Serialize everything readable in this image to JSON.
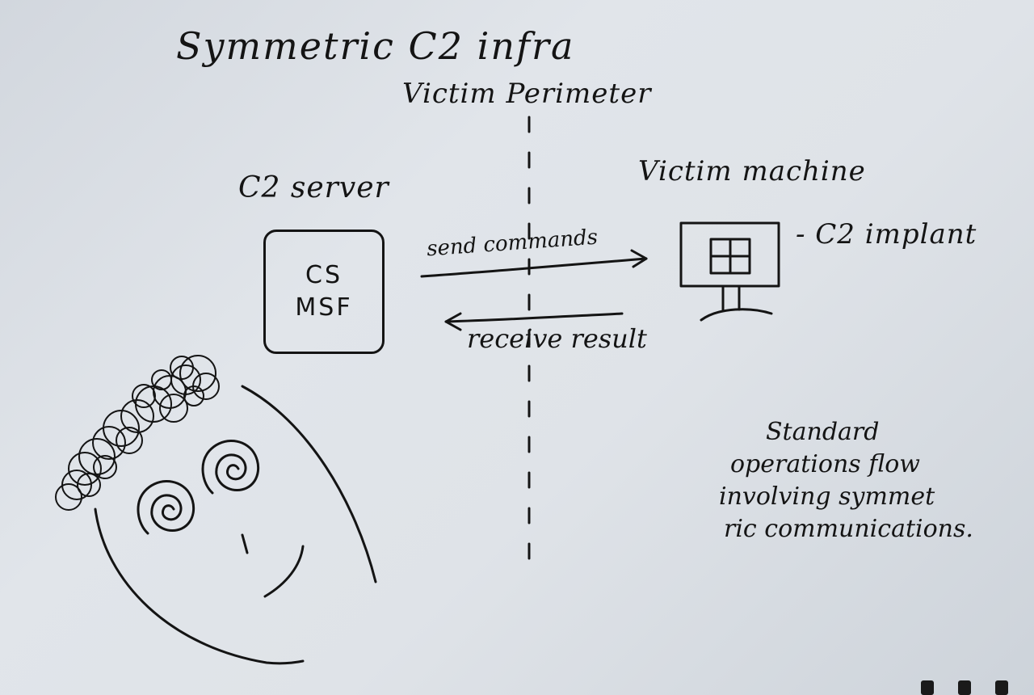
{
  "title": "Symmetric C2 infra",
  "perimeter": {
    "label": "Victim Perimeter"
  },
  "server": {
    "label": "C2 server",
    "line1": "CS",
    "line2": "MSF"
  },
  "victim": {
    "label": "Victim machine",
    "implant": "- C2 implant"
  },
  "arrows": {
    "send": "send commands",
    "receive": "receive result"
  },
  "note": {
    "lines": [
      "Standard",
      "operations flow",
      "involving symmet",
      "ric communications."
    ]
  },
  "colors": {
    "ink": "#141414",
    "paper": "#dfe3e8"
  }
}
